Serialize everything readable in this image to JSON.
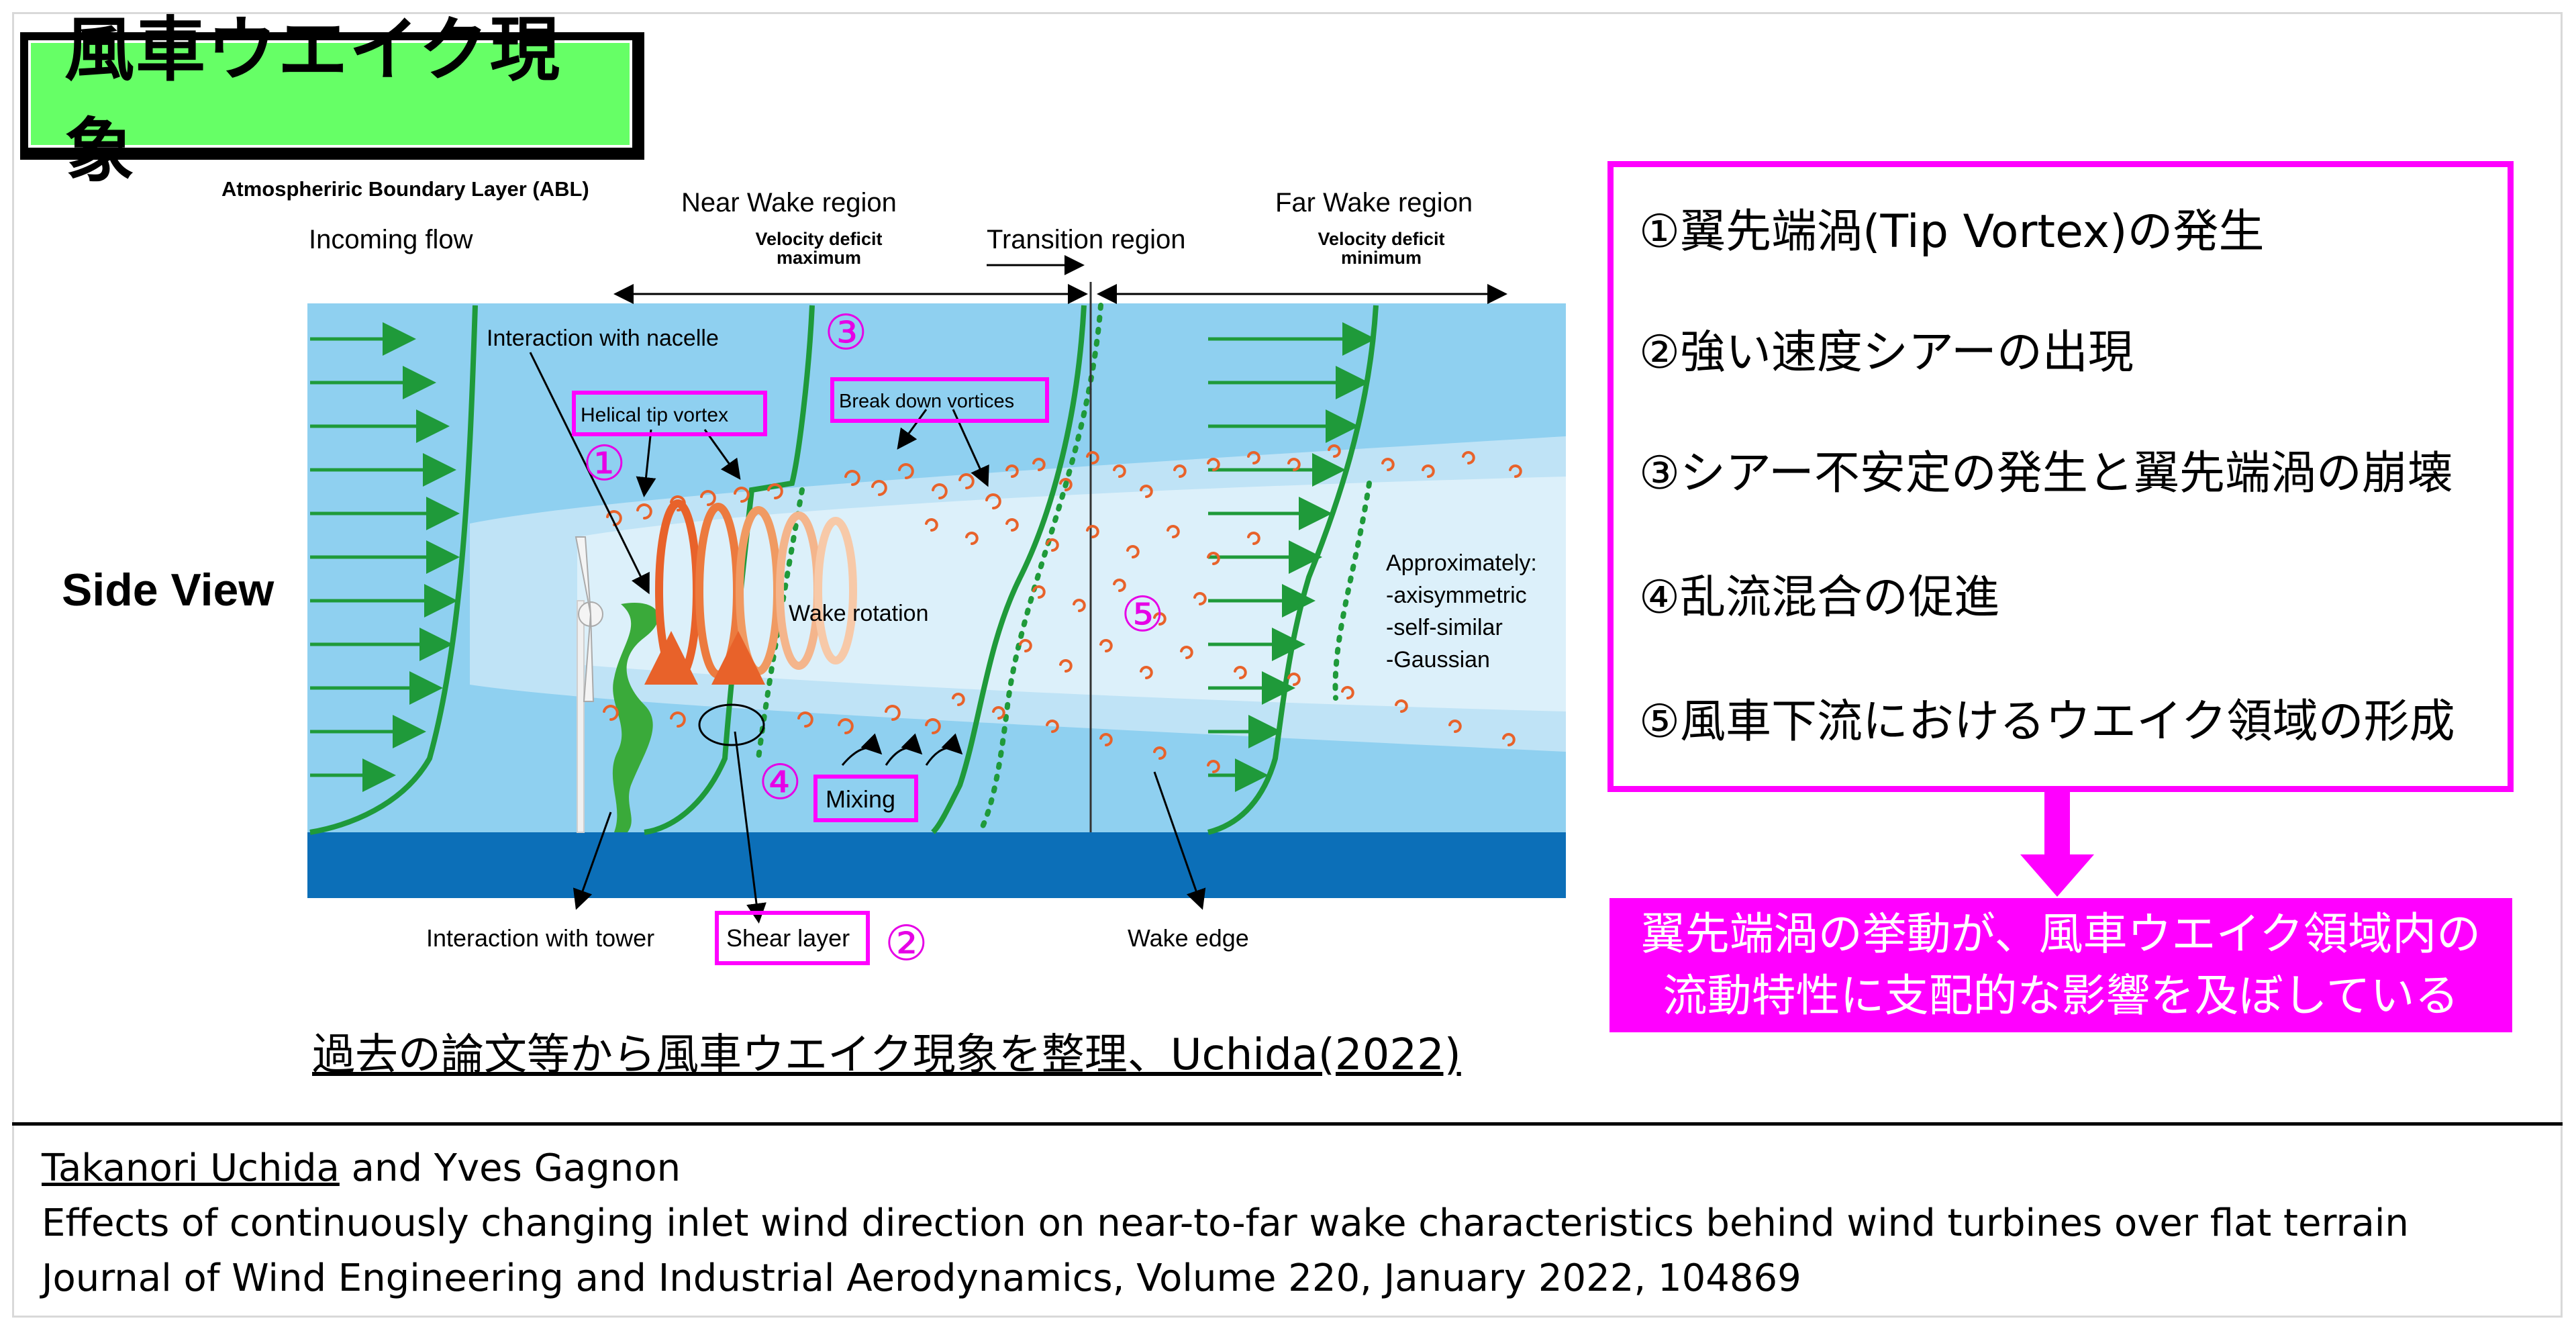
{
  "title": "風車ウエイク現象",
  "side_view_label": "Side View",
  "diagram": {
    "abl_label": "Atmospheriric Boundary Layer (ABL)",
    "incoming_flow": "Incoming flow",
    "near_wake": "Near Wake region",
    "near_wake_sub1": "Velocity deficit",
    "near_wake_sub2": "maximum",
    "transition": "Transition region",
    "far_wake": "Far Wake region",
    "far_wake_sub1": "Velocity deficit",
    "far_wake_sub2": "minimum",
    "interaction_nacelle": "Interaction with nacelle",
    "helical_tip_vortex": "Helical tip vortex",
    "break_down_vortices": "Break down vortices",
    "wake_rotation": "Wake rotation",
    "approx_line1": "Approximately:",
    "approx_line2": "-axisymmetric",
    "approx_line3": "-self-similar",
    "approx_line4": "-Gaussian",
    "mixing": "Mixing",
    "interaction_tower": "Interaction with tower",
    "shear_layer": "Shear layer",
    "wake_edge": "Wake edge",
    "num1": "①",
    "num2": "②",
    "num3": "③",
    "num4": "④",
    "num5": "⑤"
  },
  "info_items": [
    "①翼先端渦(Tip Vortex)の発生",
    "②強い速度シアーの出現",
    "③シアー不安定の発生と翼先端渦の崩壊",
    "④乱流混合の促進",
    "⑤風車下流におけるウエイク領域の形成"
  ],
  "conclusion": {
    "line1": "翼先端渦の挙動が、風車ウエイク領域内の",
    "line2": "流動特性に支配的な影響を及ぼしている"
  },
  "caption": "過去の論文等から風車ウエイク現象を整理、Uchida(2022)",
  "reference": {
    "author1": "Takanori Uchida",
    "author_rest": " and Yves Gagnon",
    "paper_title": "Effects of continuously changing inlet wind direction on near-to-far wake characteristics behind wind turbines over flat terrain",
    "journal": "Journal of Wind Engineering and Industrial Aerodynamics, Volume 220, January 2022, 104869"
  },
  "colors": {
    "title_bg": "#66ff66",
    "accent_magenta": "#ff00ff",
    "profile_green": "#1f9a3a",
    "sky_blue": "#8fd0f0",
    "wake_light": "#d8eef9",
    "ground_blue": "#0c6fb8",
    "vortex_orange": "#e8622a"
  }
}
